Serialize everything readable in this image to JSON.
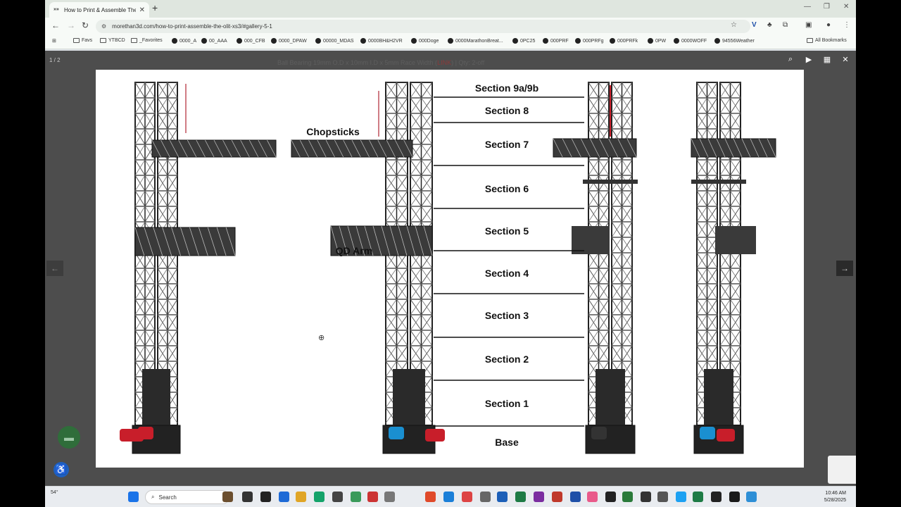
{
  "browser": {
    "tab_title": "How to Print & Assemble The O",
    "tab_favicon": "»»",
    "tab_close": "✕",
    "new_tab": "+",
    "url": "morethan3d.com/how-to-print-assemble-the-olit-xs3/#gallery-5-1"
  },
  "bookmarks": [
    {
      "label": "Favs",
      "icon": "folder"
    },
    {
      "label": "YTBCD",
      "icon": "folder"
    },
    {
      "label": "_Favorites",
      "icon": "folder"
    },
    {
      "label": "0000_A",
      "icon": "dot"
    },
    {
      "label": "00_AAA",
      "icon": "dot"
    },
    {
      "label": "000_CFB",
      "icon": "dot"
    },
    {
      "label": "0000_DPAW",
      "icon": "dot"
    },
    {
      "label": "00000_MDAS",
      "icon": "dot"
    },
    {
      "label": "0000BH&H2VR",
      "icon": "dot"
    },
    {
      "label": "000Doge",
      "icon": "dot"
    },
    {
      "label": "0000MarathonBreat...",
      "icon": "dot"
    },
    {
      "label": "0PC25",
      "icon": "dot"
    },
    {
      "label": "000PRF",
      "icon": "dot"
    },
    {
      "label": "000PRFg",
      "icon": "dot"
    },
    {
      "label": "000PRFk",
      "icon": "dot"
    },
    {
      "label": "0PW",
      "icon": "dot"
    },
    {
      "label": "0000WOFF",
      "icon": "dot"
    },
    {
      "label": "94556Weather",
      "icon": "dot"
    },
    {
      "label": "All Bookmarks",
      "icon": "folder"
    }
  ],
  "lightbox": {
    "counter": "1 / 2",
    "background_text": "Ball Bearing 19mm O.D x 10mm I.D x 5mm Race Width (",
    "background_link": "LINK",
    "background_text_end": ") | Qty: 2-off"
  },
  "figure": {
    "sections": [
      "Section 9a/9b",
      "Section 8",
      "Section 7",
      "Section 6",
      "Section 5",
      "Section 4",
      "Section 3",
      "Section 2",
      "Section 1",
      "Base"
    ],
    "chopsticks_label": "Chopsticks",
    "qd_arm_label": "QD Arm"
  },
  "taskbar": {
    "weather": "54°",
    "search": "Search",
    "time": "10:46 AM",
    "date": "5/28/2025"
  }
}
